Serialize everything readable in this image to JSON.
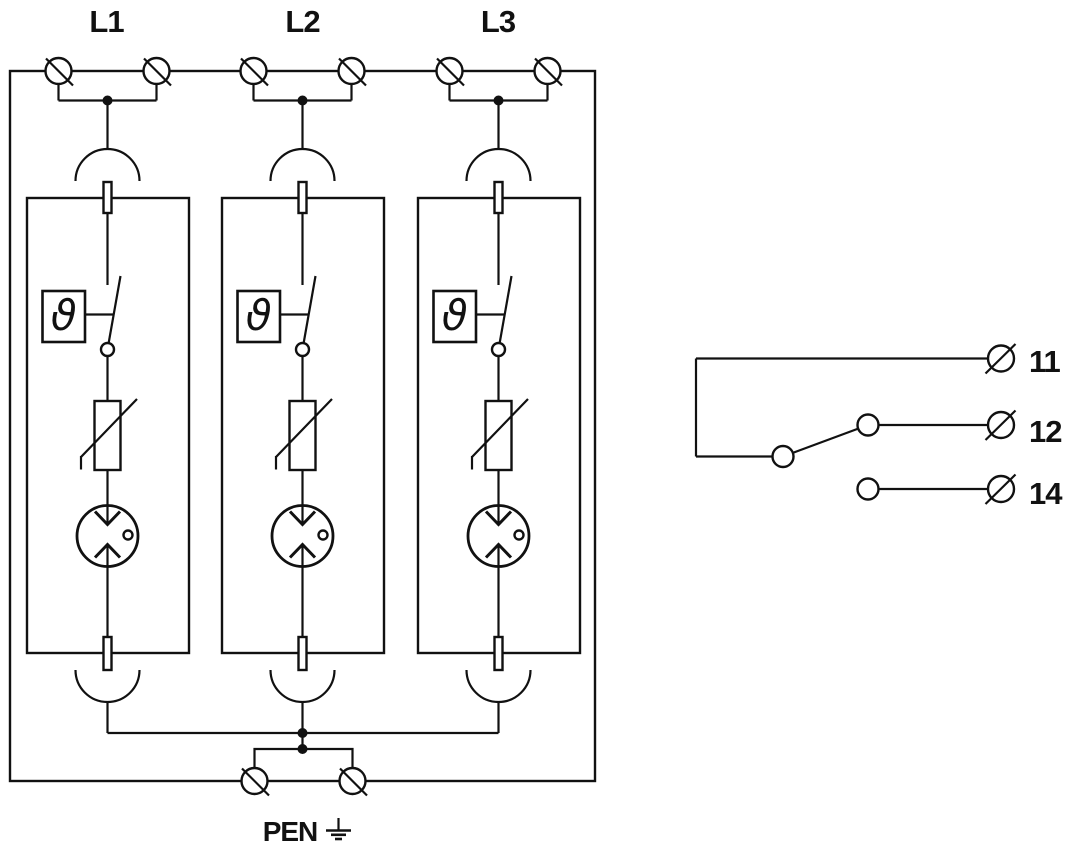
{
  "colors": {
    "line": "#111111",
    "background": "#ffffff"
  },
  "phase_inputs": [
    {
      "label": "L1"
    },
    {
      "label": "L2"
    },
    {
      "label": "L3"
    }
  ],
  "protection_module": {
    "thermal_disconnector_symbol": "ϑ",
    "symbols": [
      "screw-terminal",
      "plug-in-contact",
      "thermal-disconnector-switch",
      "varistor",
      "triggered-spark-gap"
    ]
  },
  "pen_conductor": {
    "label": "PEN",
    "symbol": "earth-ground"
  },
  "remote_signalling_contact": {
    "symbol": "changeover-contact",
    "terminal_labels": [
      "11",
      "12",
      "14"
    ]
  }
}
